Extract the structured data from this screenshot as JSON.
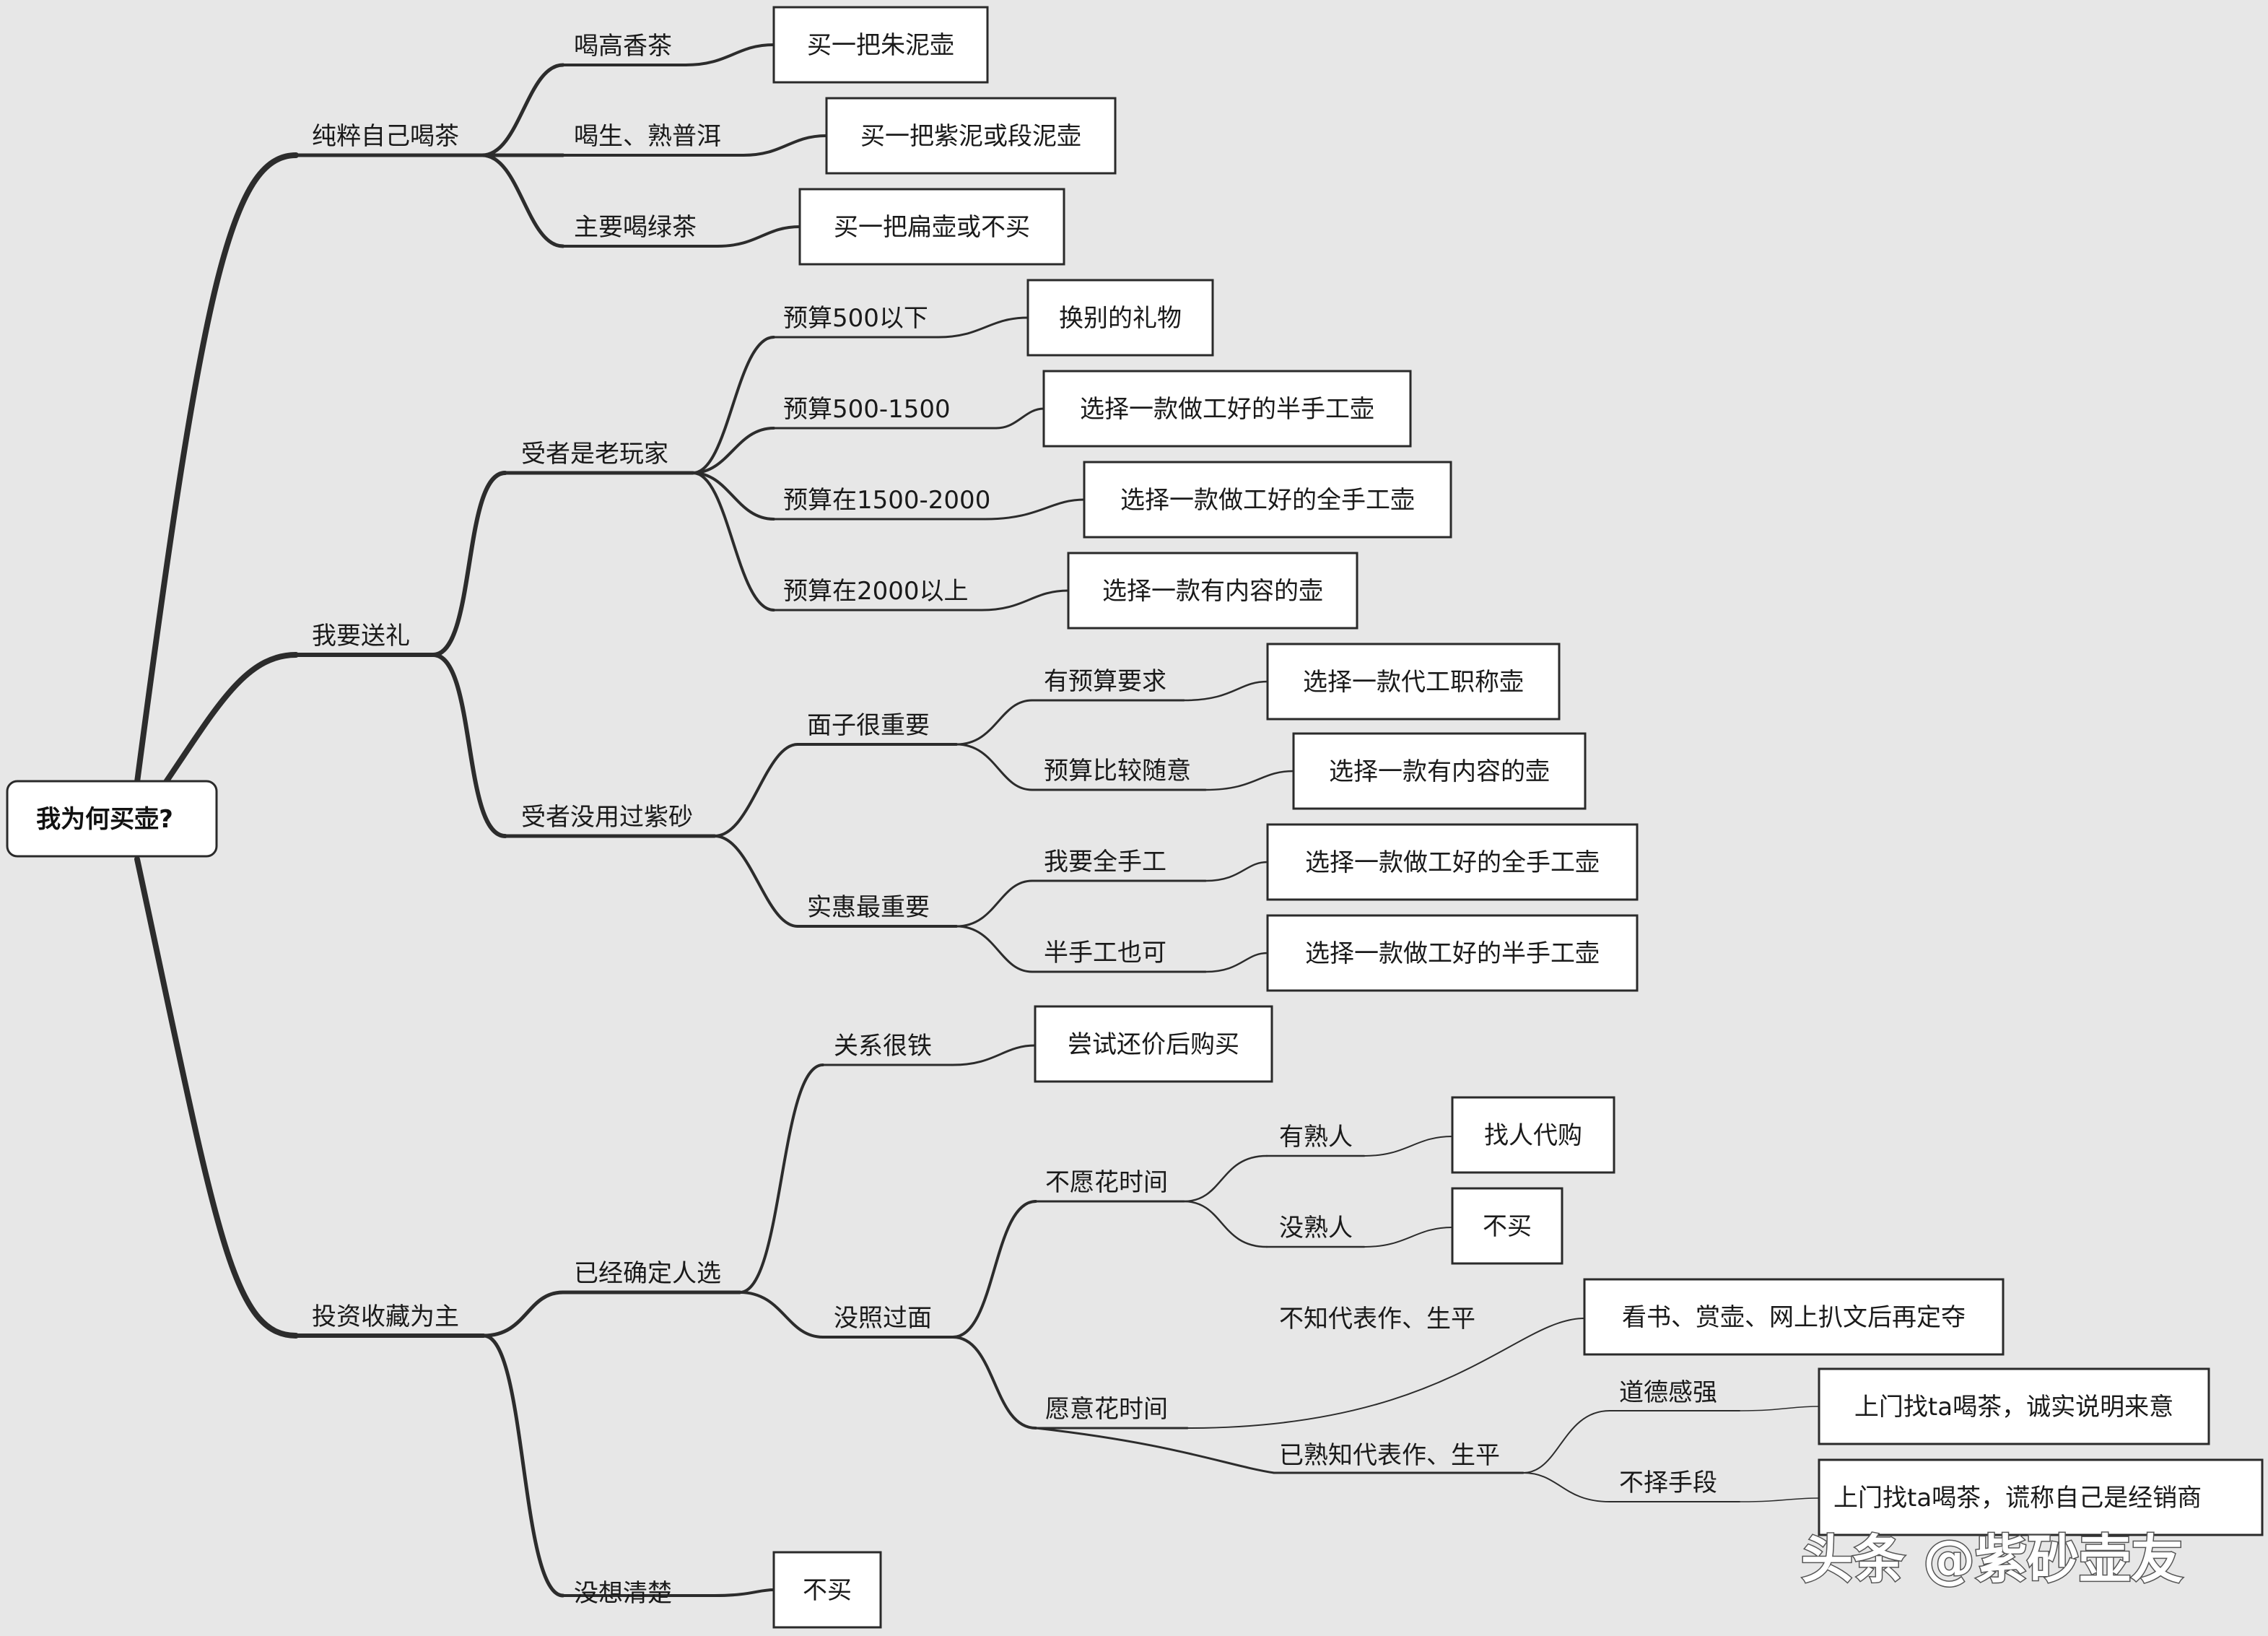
{
  "root": "我为何买壶?",
  "branches": [
    {
      "label": "纯粹自己喝茶",
      "children": [
        {
          "label": "喝高香茶",
          "result": "买一把朱泥壶"
        },
        {
          "label": "喝生、熟普洱",
          "result": "买一把紫泥或段泥壶"
        },
        {
          "label": "主要喝绿茶",
          "result": "买一把扁壶或不买"
        }
      ]
    },
    {
      "label": "我要送礼",
      "children": [
        {
          "label": "受者是老玩家",
          "children": [
            {
              "label": "预算500以下",
              "result": "换别的礼物"
            },
            {
              "label": "预算500-1500",
              "result": "选择一款做工好的半手工壶"
            },
            {
              "label": "预算在1500-2000",
              "result": "选择一款做工好的全手工壶"
            },
            {
              "label": "预算在2000以上",
              "result": "选择一款有内容的壶"
            }
          ]
        },
        {
          "label": "受者没用过紫砂",
          "children": [
            {
              "label": "面子很重要",
              "children": [
                {
                  "label": "有预算要求",
                  "result": "选择一款代工职称壶"
                },
                {
                  "label": "预算比较随意",
                  "result": "选择一款有内容的壶"
                }
              ]
            },
            {
              "label": "实惠最重要",
              "children": [
                {
                  "label": "我要全手工",
                  "result": "选择一款做工好的全手工壶"
                },
                {
                  "label": "半手工也可",
                  "result": "选择一款做工好的半手工壶"
                }
              ]
            }
          ]
        }
      ]
    },
    {
      "label": "投资收藏为主",
      "children": [
        {
          "label": "已经确定人选",
          "children": [
            {
              "label": "关系很铁",
              "result": "尝试还价后购买"
            },
            {
              "label": "没照过面",
              "children": [
                {
                  "label": "不愿花时间",
                  "children": [
                    {
                      "label": "有熟人",
                      "result": "找人代购"
                    },
                    {
                      "label": "没熟人",
                      "result": "不买"
                    }
                  ]
                },
                {
                  "label": "愿意花时间",
                  "children": [
                    {
                      "label": "不知代表作、生平",
                      "result": "看书、赏壶、网上扒文后再定夺"
                    },
                    {
                      "label": "已熟知代表作、生平",
                      "children": [
                        {
                          "label": "道德感强",
                          "result": "上门找ta喝茶，诚实说明来意"
                        },
                        {
                          "label": "不择手段",
                          "result": "上门找ta喝茶，谎称自己是经销商"
                        }
                      ]
                    }
                  ]
                }
              ]
            }
          ]
        },
        {
          "label": "没想清楚",
          "result": "不买"
        }
      ]
    }
  ],
  "watermark": "头条 @紫砂壶友",
  "colors": {
    "background": "#e7e7e7",
    "line": "#2c2c2c",
    "box_fill": "#ffffff",
    "box_border": "#2a2a2a"
  }
}
